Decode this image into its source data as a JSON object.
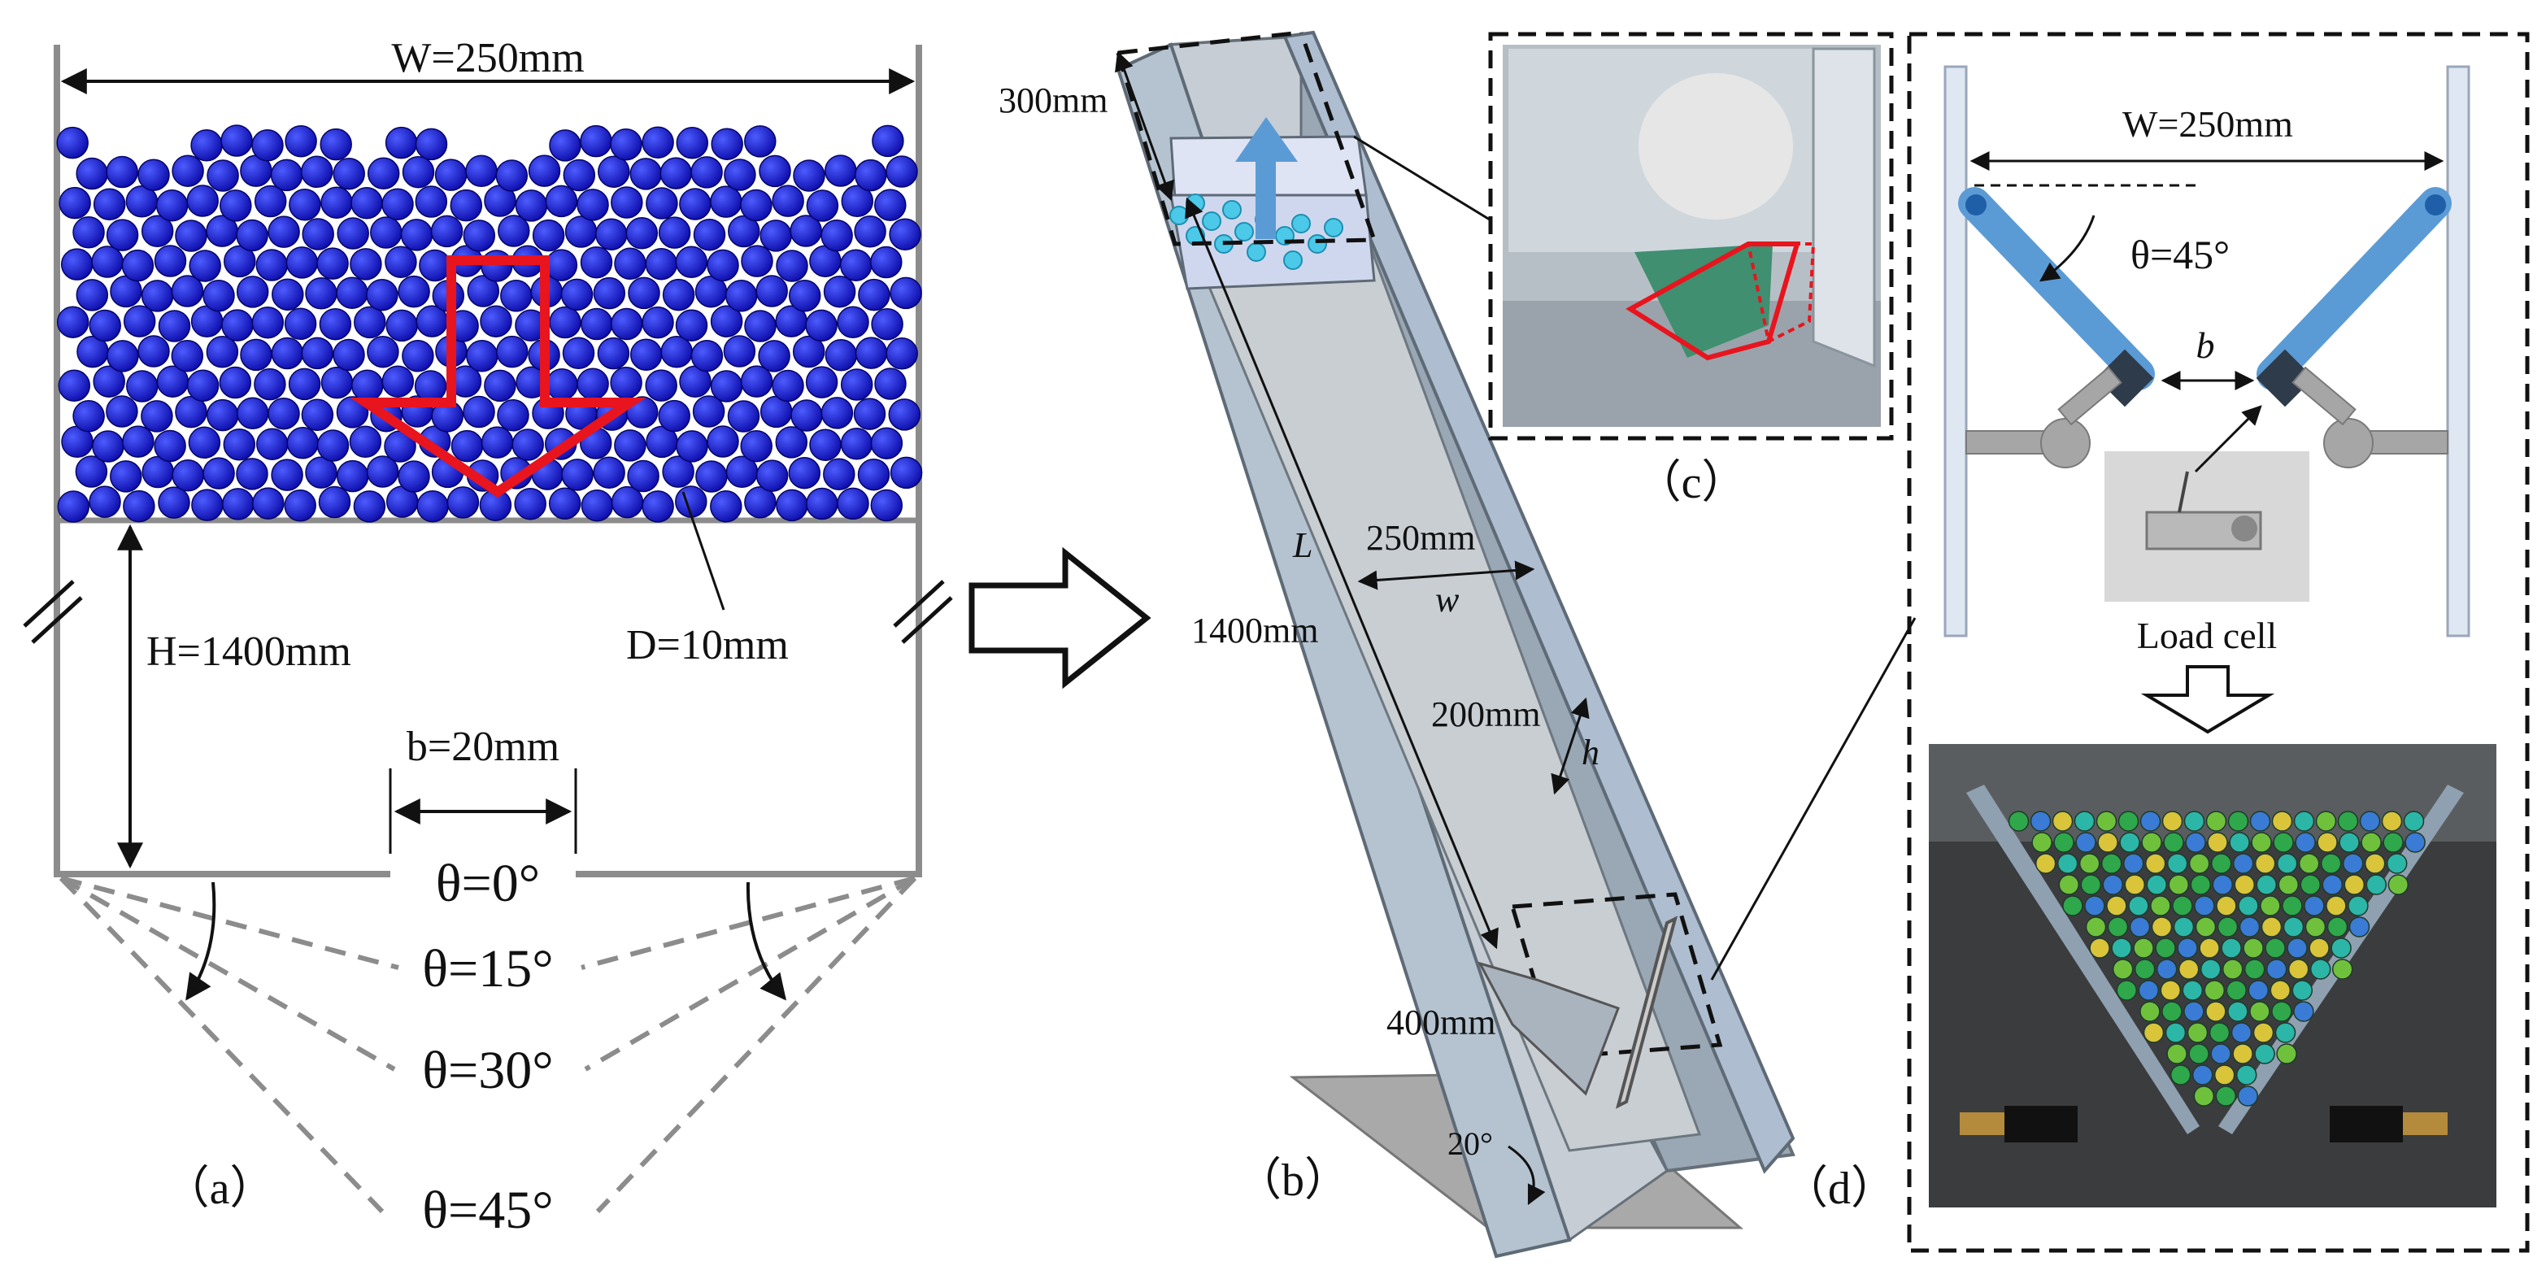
{
  "panel_a": {
    "width_label": "W=250mm",
    "height_label": "H=1400mm",
    "diameter_label": "D=10mm",
    "gap_label": "b=20mm",
    "angles": [
      "θ=0°",
      "θ=15°",
      "θ=30°",
      "θ=45°"
    ],
    "caption": "（a）"
  },
  "panel_b": {
    "label_300": "300mm",
    "label_L": "L",
    "label_1400": "1400mm",
    "label_250": "250mm",
    "label_w": "w",
    "label_200": "200mm",
    "label_h": "h",
    "label_400": "400mm",
    "label_20deg": "20°",
    "caption": "（b）"
  },
  "panel_c": {
    "caption": "（c）"
  },
  "panel_d": {
    "width_label": "W=250mm",
    "angle_label": "θ=45°",
    "gap_label": "b",
    "load_cell_label": "Load cell",
    "caption": "（d）"
  },
  "colors": {
    "sphere": "#1a1acc",
    "highlight": "#e8141e",
    "plate": "#5b9bd5",
    "wall": "#d9e3f0",
    "grey": "#8c8c8c"
  }
}
